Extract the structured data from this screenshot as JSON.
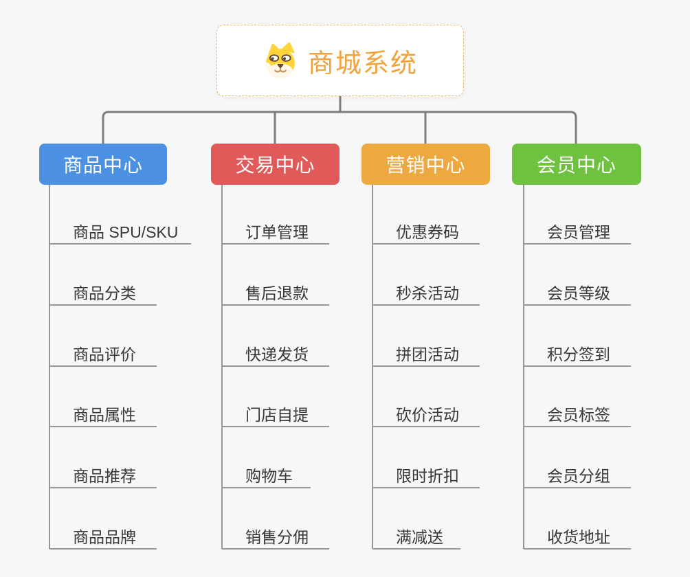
{
  "page": {
    "background": "#f7f7f7"
  },
  "root": {
    "title": "商城系统",
    "icon": "shiba-dog-face-icon",
    "title_color": "#f1a33c",
    "border_color": "#f3b863"
  },
  "connector_colors": {
    "primary": "#7d7d7d",
    "secondary": "#979797"
  },
  "branches": [
    {
      "id": "product-center",
      "label": "商品中心",
      "color": "#4b90e2",
      "children": [
        "商品 SPU/SKU",
        "商品分类",
        "商品评价",
        "商品属性",
        "商品推荐",
        "商品品牌"
      ]
    },
    {
      "id": "trade-center",
      "label": "交易中心",
      "color": "#e15a5a",
      "children": [
        "订单管理",
        "售后退款",
        "快递发货",
        "门店自提",
        "购物车",
        "销售分佣"
      ]
    },
    {
      "id": "marketing-center",
      "label": "营销中心",
      "color": "#eda93f",
      "children": [
        "优惠券码",
        "秒杀活动",
        "拼团活动",
        "砍价活动",
        "限时折扣",
        "满减送"
      ]
    },
    {
      "id": "member-center",
      "label": "会员中心",
      "color": "#6ec23f",
      "children": [
        "会员管理",
        "会员等级",
        "积分签到",
        "会员标签",
        "会员分组",
        "收货地址"
      ]
    }
  ]
}
